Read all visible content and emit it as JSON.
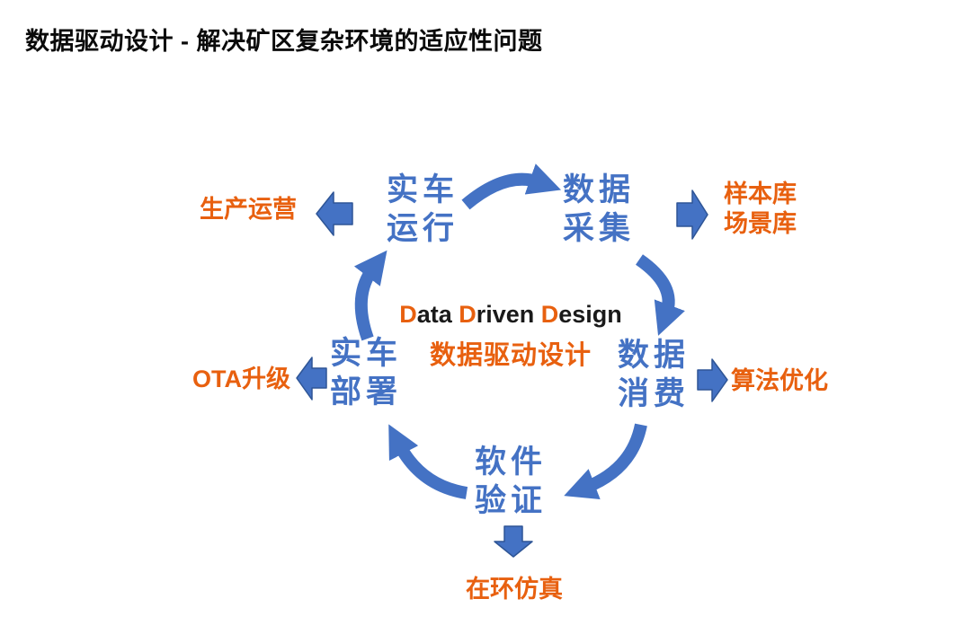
{
  "title": "数据驱动设计 - 解决矿区复杂环境的适应性问题",
  "colors": {
    "cycle_blue": "#4472C4",
    "arrow_outline_blue": "#2E5596",
    "accent_orange": "#E8600F",
    "title_black": "#0A0A0A",
    "background": "#FFFFFF"
  },
  "center": {
    "english_segments": [
      {
        "text": "D",
        "accent": true
      },
      {
        "text": "ata ",
        "accent": false
      },
      {
        "text": "D",
        "accent": true
      },
      {
        "text": "riven ",
        "accent": false
      },
      {
        "text": "D",
        "accent": true
      },
      {
        "text": "esign",
        "accent": false
      }
    ],
    "chinese": "数据驱动设计"
  },
  "cycle_nodes": [
    {
      "id": "vehicle-operation",
      "line1": "实车",
      "line2": "运行"
    },
    {
      "id": "data-collection",
      "line1": "数据",
      "line2": "采集"
    },
    {
      "id": "data-consumption",
      "line1": "数据",
      "line2": "消费"
    },
    {
      "id": "software-validation",
      "line1": "软件",
      "line2": "验证"
    },
    {
      "id": "vehicle-deployment",
      "line1": "实车",
      "line2": "部署"
    }
  ],
  "output_labels": {
    "production_operation": "生产运营",
    "sample_library_line1": "样本库",
    "sample_library_line2": "场景库",
    "algorithm_optimization": "算法优化",
    "ota_upgrade": "OTA升级",
    "hil_simulation": "在环仿真"
  }
}
